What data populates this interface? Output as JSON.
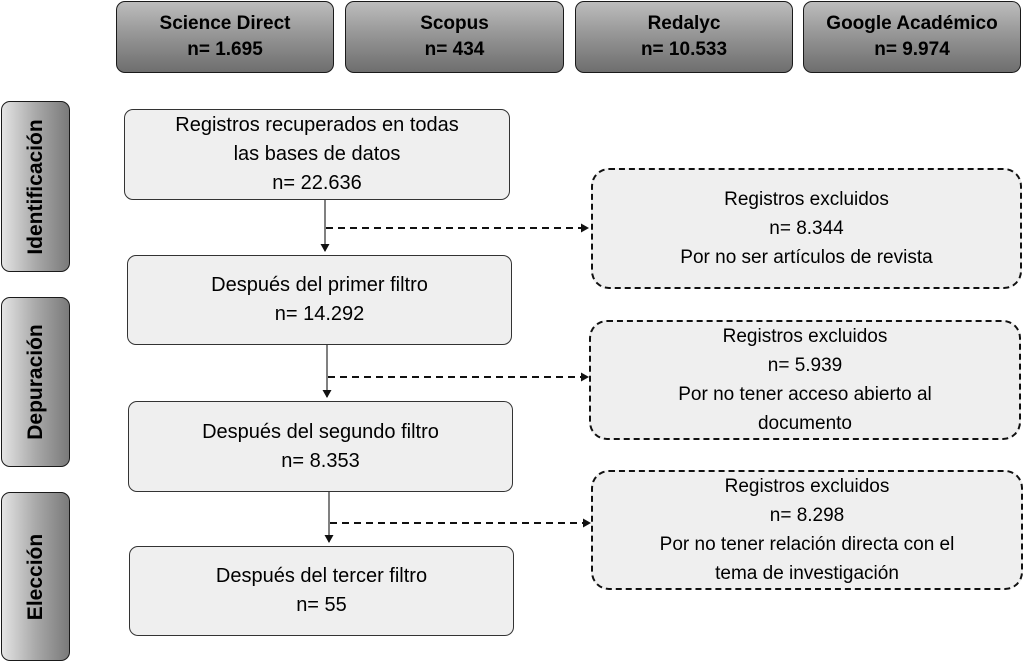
{
  "sources": [
    {
      "name": "Science Direct",
      "count": "n= 1.695"
    },
    {
      "name": "Scopus",
      "count": "n= 434"
    },
    {
      "name": "Redalyc",
      "count": "n= 10.533"
    },
    {
      "name": "Google Académico",
      "count": "n= 9.974"
    }
  ],
  "stages": [
    "Identificación",
    "Depuración",
    "Elección"
  ],
  "flow": [
    {
      "line1": "Registros recuperados en todas",
      "line2": "las bases de datos",
      "count": "n= 22.636"
    },
    {
      "line1": "Después del primer filtro",
      "count": "n= 14.292"
    },
    {
      "line1": "Después del segundo  filtro",
      "count": "n= 8.353"
    },
    {
      "line1": "Después del tercer filtro",
      "count": "n= 55"
    }
  ],
  "excluded": [
    {
      "title": "Registros excluidos",
      "count": "n= 8.344",
      "reason1": "Por no ser artículos de revista"
    },
    {
      "title": "Registros excluidos",
      "count": "n= 5.939",
      "reason1": "Por no tener acceso abierto al",
      "reason2": "documento"
    },
    {
      "title": "Registros excluidos",
      "count": "n= 8.298",
      "reason1": "Por no tener relación directa con el",
      "reason2": "tema de investigación"
    }
  ]
}
